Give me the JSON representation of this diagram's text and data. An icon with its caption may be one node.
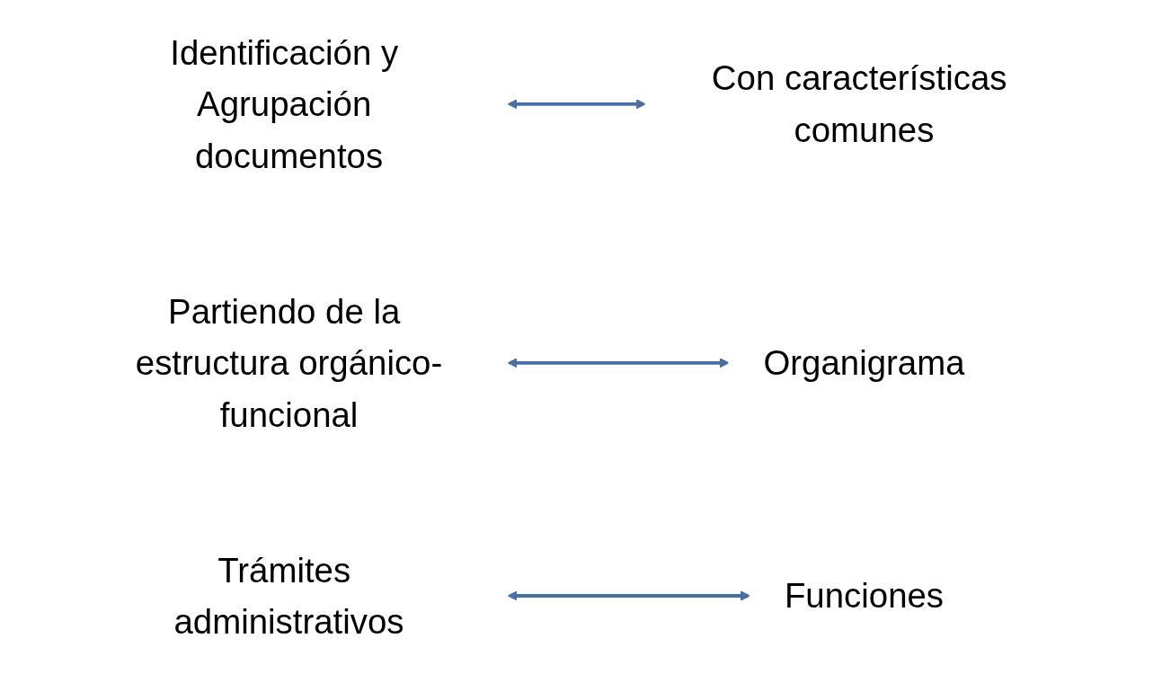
{
  "diagram": {
    "nodes": [
      {
        "text": [
          "Identificación y Agrupación documentos"
        ]
      },
      {
        "text": [
          "Con características comunes"
        ]
      },
      {
        "text": [
          "Partiendo de la estructura orgánico-funcional"
        ]
      },
      {
        "text": [
          "Organigrama"
        ]
      },
      {
        "text": [
          "Trámites administrativos"
        ]
      },
      {
        "text": [
          "Funciones"
        ]
      }
    ],
    "edges": [
      {
        "from": 0,
        "to": 1,
        "arrow": "both"
      },
      {
        "from": 2,
        "to": 3,
        "arrow": "both"
      },
      {
        "from": 4,
        "to": 5,
        "arrow": "both"
      }
    ]
  }
}
